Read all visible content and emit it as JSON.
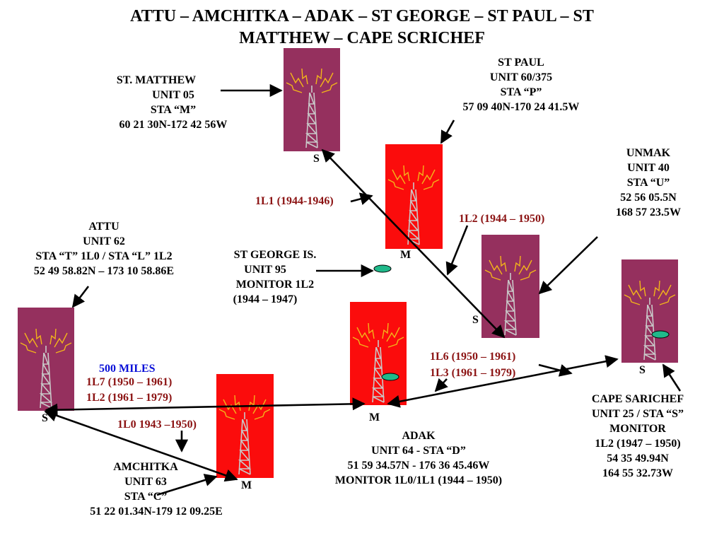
{
  "title": {
    "line1": "ATTU – AMCHITKA – ADAK – ST GEORGE – ST PAUL – ST",
    "line2": "MATTHEW – CAPE SCRICHEF"
  },
  "colors": {
    "magenta_tower_bg": "#95305e",
    "red_tower_bg": "#fb0c0c",
    "monitor_marker": "#20b98a",
    "link_label": "#8b1212",
    "distance_label": "#0a10d8"
  },
  "stations": {
    "st_matthew": [
      "ST. MATTHEW",
      "UNIT 05",
      "STA “M”",
      "60 21 30N-172 42 56W"
    ],
    "st_paul": [
      "ST PAUL",
      "UNIT 60/375",
      "STA “P”",
      "57 09 40N-170 24 41.5W"
    ],
    "unmak": [
      "UNMAK",
      "UNIT 40",
      "STA “U”",
      "52 56 05.5N",
      "168 57 23.5W"
    ],
    "attu": [
      "ATTU",
      "UNIT 62",
      "STA “T” 1L0 / STA “L” 1L2",
      "52 49 58.82N – 173 10 58.86E"
    ],
    "st_george": [
      "ST GEORGE IS.",
      "UNIT 95",
      "MONITOR 1L2",
      "(1944 – 1947)"
    ],
    "cape_sarichef": [
      "CAPE SARICHEF",
      "UNIT 25 / STA “S”",
      "MONITOR",
      "1L2 (1947 – 1950)",
      "54 35 49.94N",
      "164 55 32.73W"
    ],
    "adak": [
      "ADAK",
      "UNIT 64 - STA “D”",
      "51 59 34.57N - 176 36 45.46W",
      "MONITOR 1L0/1L1 (1944 – 1950)"
    ],
    "amchitka": [
      "AMCHITKA",
      "UNIT 63",
      "STA “C”",
      "51 22 01.34N-179 12 09.25E"
    ]
  },
  "links": {
    "l1": "1L1 (1944-1946)",
    "l2_upper": "1L2 (1944 – 1950)",
    "l6": "1L6 (1950 – 1961)",
    "l3": "1L3 (1961 – 1979)",
    "l7": "1L7 (1950 – 1961)",
    "l2_lower": "1L2 (1961 – 1979)",
    "l0": "1L0 1943 –1950)",
    "distance": "500 MILES"
  },
  "tower_letters": {
    "st_matthew": "S",
    "st_paul": "M",
    "unmak": "S",
    "cape_sarichef": "S",
    "attu": "S",
    "adak": "M",
    "amchitka": "M"
  }
}
